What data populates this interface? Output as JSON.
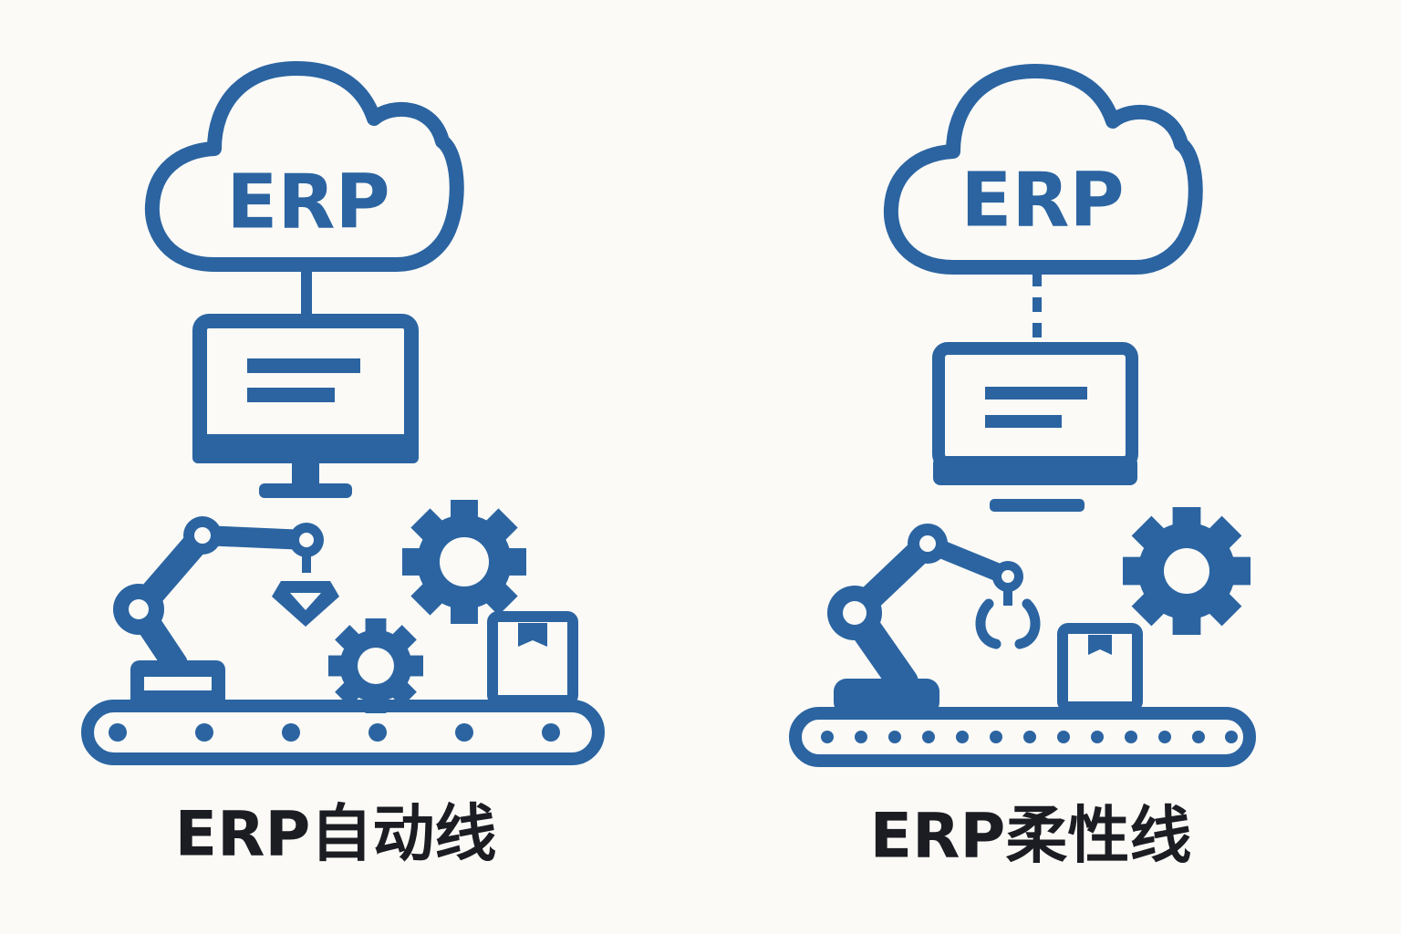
{
  "colors": {
    "accent": "#2b64a1",
    "text": "#1c1d23",
    "background": "#fbfaf7"
  },
  "panels": [
    {
      "cloud_label": "ERP",
      "caption": "ERP自动线",
      "link_style": "solid",
      "icons": [
        "cloud-icon",
        "monitor-icon",
        "robot-arm-icon",
        "gear-icon",
        "gear-icon",
        "box-icon",
        "conveyor-icon"
      ]
    },
    {
      "cloud_label": "ERP",
      "caption": "ERP柔性线",
      "link_style": "dashed",
      "icons": [
        "cloud-icon",
        "monitor-icon",
        "robot-arm-icon",
        "gear-icon",
        "box-icon",
        "conveyor-icon"
      ]
    }
  ]
}
